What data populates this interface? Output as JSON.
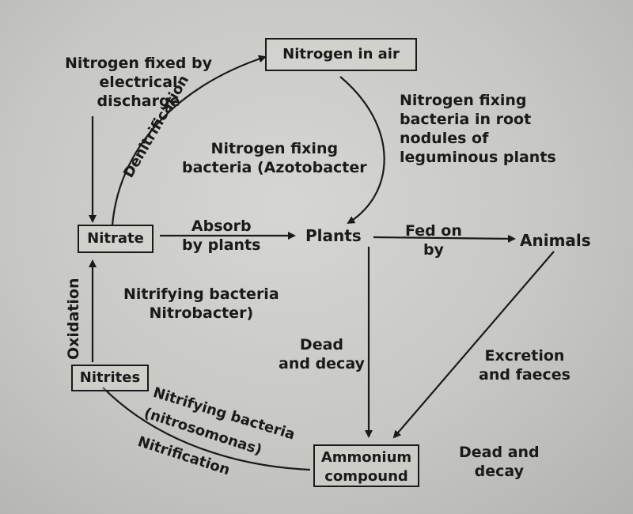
{
  "boxes": {
    "nitrogen_air": "Nitrogen in air",
    "nitrate": "Nitrate",
    "nitrites": "Nitrites",
    "ammonium": "Ammonium\ncompound"
  },
  "labels": {
    "plants": "Plants",
    "animals": "Animals",
    "fixed_electrical": "Nitrogen fixed by\nelectrical\ndischarge",
    "denitrification": "Denitrification",
    "azotobacter": "Nitrogen fixing\nbacteria (Azotobacter",
    "root_nodules": "Nitrogen fixing\nbacteria in root\nnodules of\nleguminous plants",
    "absorb": "Absorb\nby plants",
    "fed_on": "Fed on\nby",
    "nitrobacter": "Nitrifying bacteria\nNitrobacter)",
    "oxidation": "Oxidation",
    "dead_decay_1": "Dead\nand decay",
    "excretion": "Excretion\nand faeces",
    "nitrosomonas_1": "Nitrifying bacteria",
    "nitrosomonas_2": "(nitrosomonas)",
    "nitrification": "Nitrification",
    "dead_decay_2": "Dead and\ndecay"
  },
  "colors": {
    "ink": "#1a1a1a",
    "paper": "#c9c9c5"
  }
}
